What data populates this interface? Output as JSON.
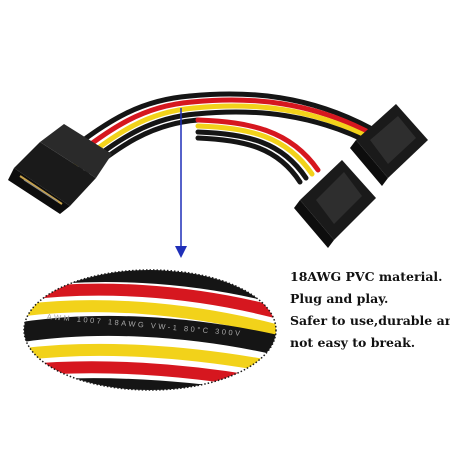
{
  "product": {
    "features": [
      "18AWG PVC material.",
      "Plug and play.",
      "Safer to use,durable and",
      "not easy to break."
    ],
    "cable_print": "AWM 1007 18AWG VW-1 80°C 300V"
  },
  "colors": {
    "background": "#ffffff",
    "wire_black": "#151515",
    "wire_red": "#d6171f",
    "wire_yellow": "#f2d21a",
    "pointer": "#1f2fb8",
    "connector": "#1a1a1a",
    "callout_border": "#1a1a1a"
  }
}
